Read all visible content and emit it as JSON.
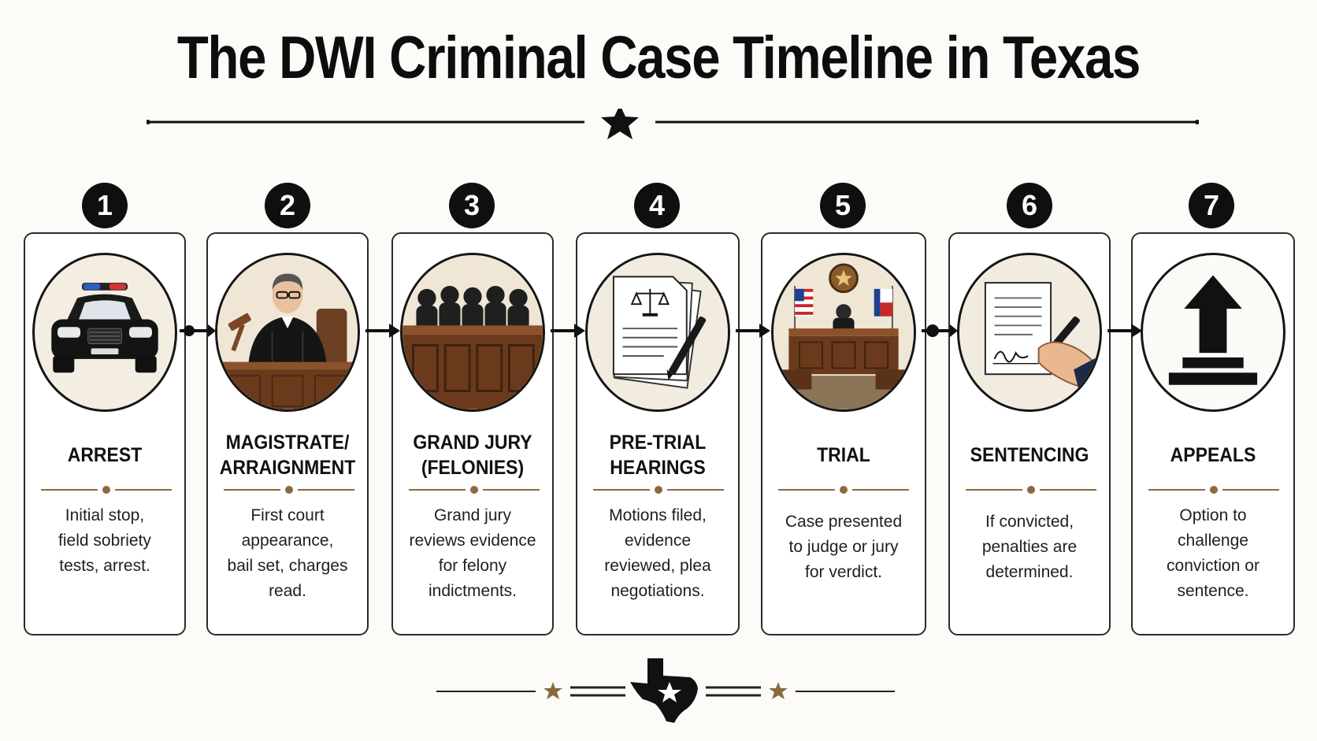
{
  "title": "The DWI Criminal Case Timeline in Texas",
  "colors": {
    "ink": "#111111",
    "accent_bronze": "#8a6a3c",
    "card_border": "#2b2b2b",
    "illustration_bg": "#f3ede2"
  },
  "steps": [
    {
      "number": "1",
      "title": "ARREST",
      "description": "Initial stop,\nfield sobriety\ntests, arrest.",
      "icon": "police-car-icon"
    },
    {
      "number": "2",
      "title": "MAGISTRATE/\nARRAIGNMENT",
      "description": "First court\nappearance,\nbail set, charges\nread.",
      "icon": "judge-gavel-icon"
    },
    {
      "number": "3",
      "title": "GRAND JURY\n(FELONIES)",
      "description": "Grand jury\nreviews evidence\nfor felony\nindictments.",
      "icon": "jury-box-icon"
    },
    {
      "number": "4",
      "title": "PRE-TRIAL\nHEARINGS",
      "description": "Motions filed,\nevidence\nreviewed, plea\nnegotiations.",
      "icon": "legal-documents-pen-icon"
    },
    {
      "number": "5",
      "title": "TRIAL",
      "description": "Case presented\nto judge or jury\nfor verdict.",
      "icon": "courtroom-flags-icon"
    },
    {
      "number": "6",
      "title": "SENTENCING",
      "description": "If convicted,\npenalties are\ndetermined.",
      "icon": "signing-document-icon"
    },
    {
      "number": "7",
      "title": "APPEALS",
      "description": "Option to\nchallenge\nconviction or\nsentence.",
      "icon": "upward-arrow-icon"
    }
  ],
  "connectors": [
    "dot-arrow",
    "arrow",
    "arrow",
    "arrow",
    "dot-arrow",
    "arrow"
  ],
  "icons": {
    "top_divider": "star-icon",
    "bottom_divider": "texas-state-star-icon"
  }
}
